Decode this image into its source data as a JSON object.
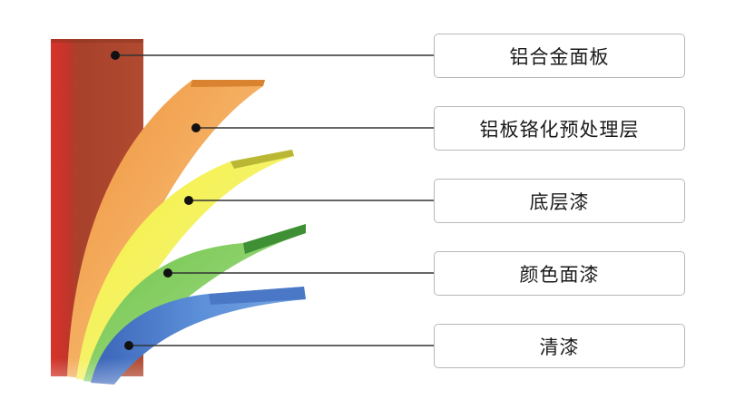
{
  "layers": [
    {
      "label": "铝合金面板",
      "color": "#a8412b"
    },
    {
      "label": "铝板铬化预处理层",
      "color": "#f2a455"
    },
    {
      "label": "底层漆",
      "color": "#f2ee52"
    },
    {
      "label": "颜色面漆",
      "color": "#7cc85a"
    },
    {
      "label": "清漆",
      "color": "#5b8fd8"
    }
  ]
}
